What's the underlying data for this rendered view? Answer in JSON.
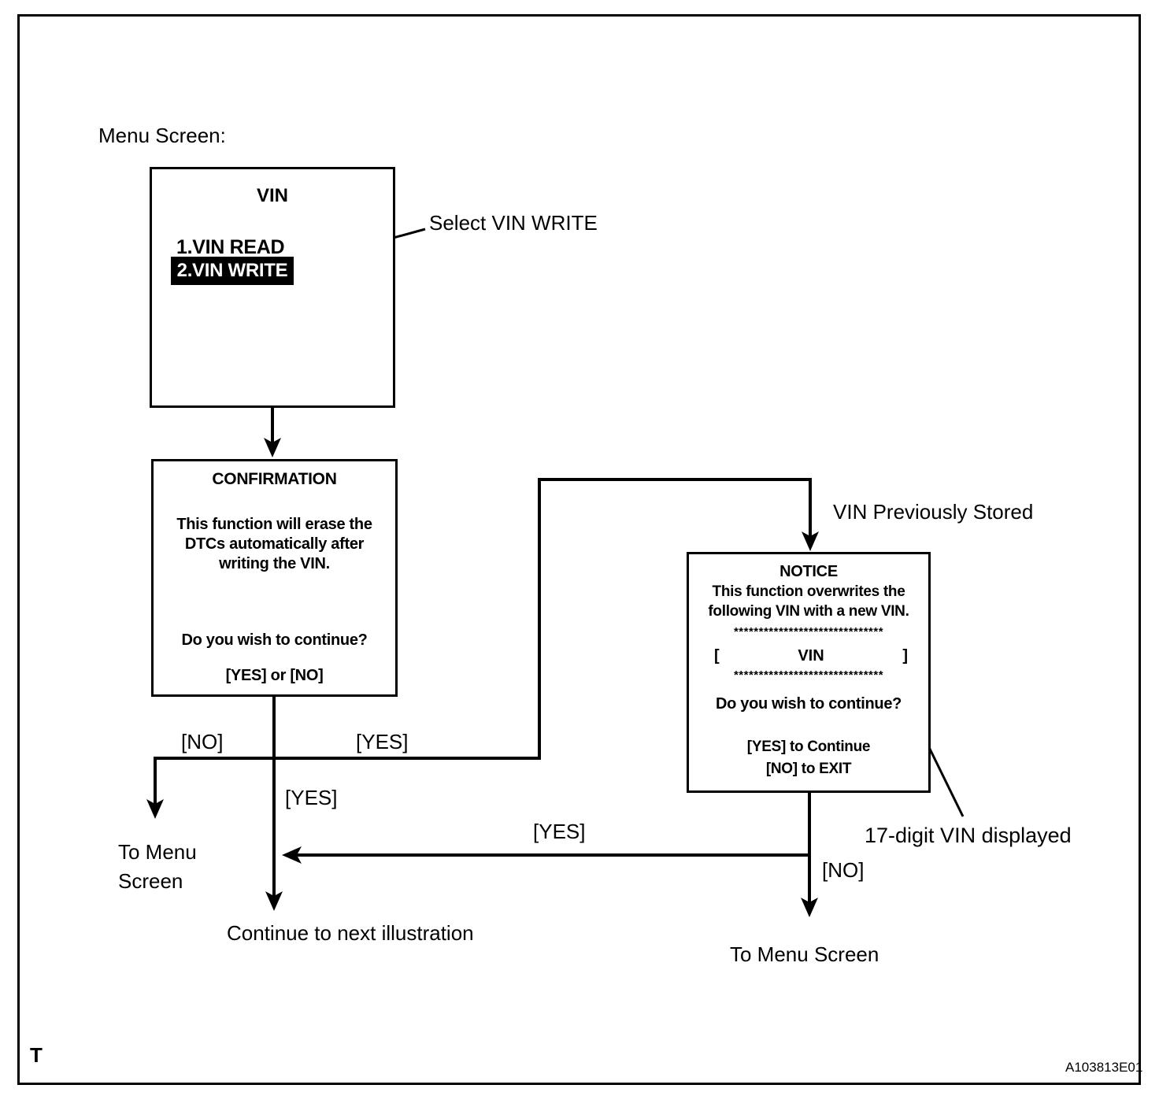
{
  "page": {
    "heading": "Menu Screen:",
    "footer_left": "T",
    "footer_right": "A103813E01"
  },
  "menu_box": {
    "title": "VIN",
    "item1": "1.VIN READ",
    "item2": "2.VIN WRITE"
  },
  "callouts": {
    "select_vin_write": "Select VIN WRITE",
    "vin_previously_stored": "VIN Previously Stored",
    "vin_17_digit": "17-digit VIN displayed"
  },
  "confirmation_box": {
    "title": "CONFIRMATION",
    "line1": "This function will erase the",
    "line2": "DTCs automatically after",
    "line3": "writing the VIN.",
    "question": "Do you wish to continue?",
    "options": "[YES] or [NO]"
  },
  "notice_box": {
    "title": "NOTICE",
    "line1": "This function overwrites the",
    "line2": "following VIN with a new VIN.",
    "stars_top": "******************************",
    "vin_open_bracket": "[",
    "vin_label": "VIN",
    "vin_close_bracket": "]",
    "stars_bottom": "******************************",
    "question": "Do you wish to continue?",
    "yes_line": "[YES] to Continue",
    "no_line": "[NO] to EXIT"
  },
  "branch_labels": {
    "no_left": "[NO]",
    "yes_top": "[YES]",
    "yes_center": "[YES]",
    "yes_long": "[YES]",
    "no_right": "[NO]"
  },
  "terminals": {
    "to_menu_left_line1": "To Menu",
    "to_menu_left_line2": "Screen",
    "continue_next": "Continue to next illustration",
    "to_menu_right": "To Menu Screen"
  },
  "colors": {
    "ink": "#000000",
    "paper": "#ffffff",
    "highlight_bg": "#000000",
    "highlight_text": "#ffffff"
  }
}
